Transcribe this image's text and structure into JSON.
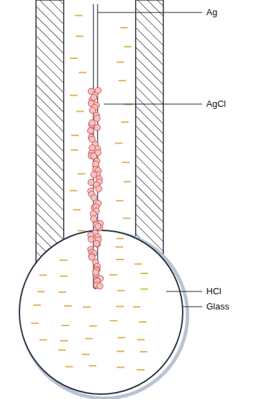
{
  "diagram": {
    "labels": [
      "Ag",
      "AgCl",
      "HCl",
      "Glass"
    ]
  }
}
